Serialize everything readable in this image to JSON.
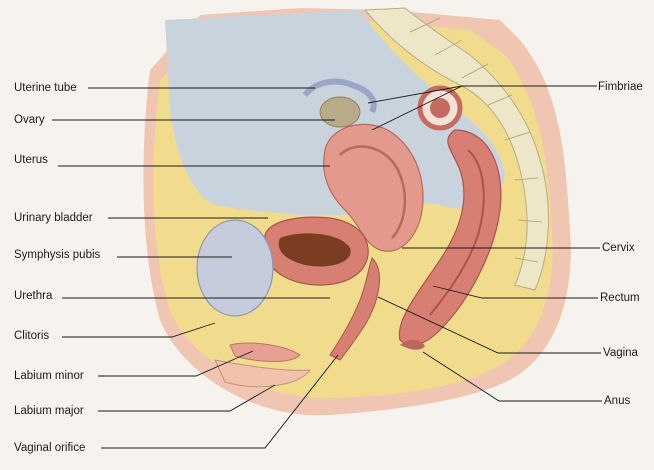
{
  "labels_left": [
    "Uterine tube",
    "Ovary",
    "Uterus",
    "Urinary bladder",
    "Symphysis pubis",
    "Urethra",
    "Clitoris",
    "Labium minor",
    "Labium major",
    "Vaginal orifice"
  ],
  "labels_right": [
    "Fimbriae",
    "Cervix",
    "Rectum",
    "Vagina",
    "Anus"
  ],
  "colors": {
    "background": "#f6f3ef",
    "fat": "#f1dc8e",
    "skin": "#f0c6b2",
    "peritoneal_cavity": "#c9d3de",
    "muscle_red": "#d77f72",
    "bone": "#eee6c8",
    "bladder": "#c6ccdb",
    "label_text": "#1a1a1a"
  }
}
